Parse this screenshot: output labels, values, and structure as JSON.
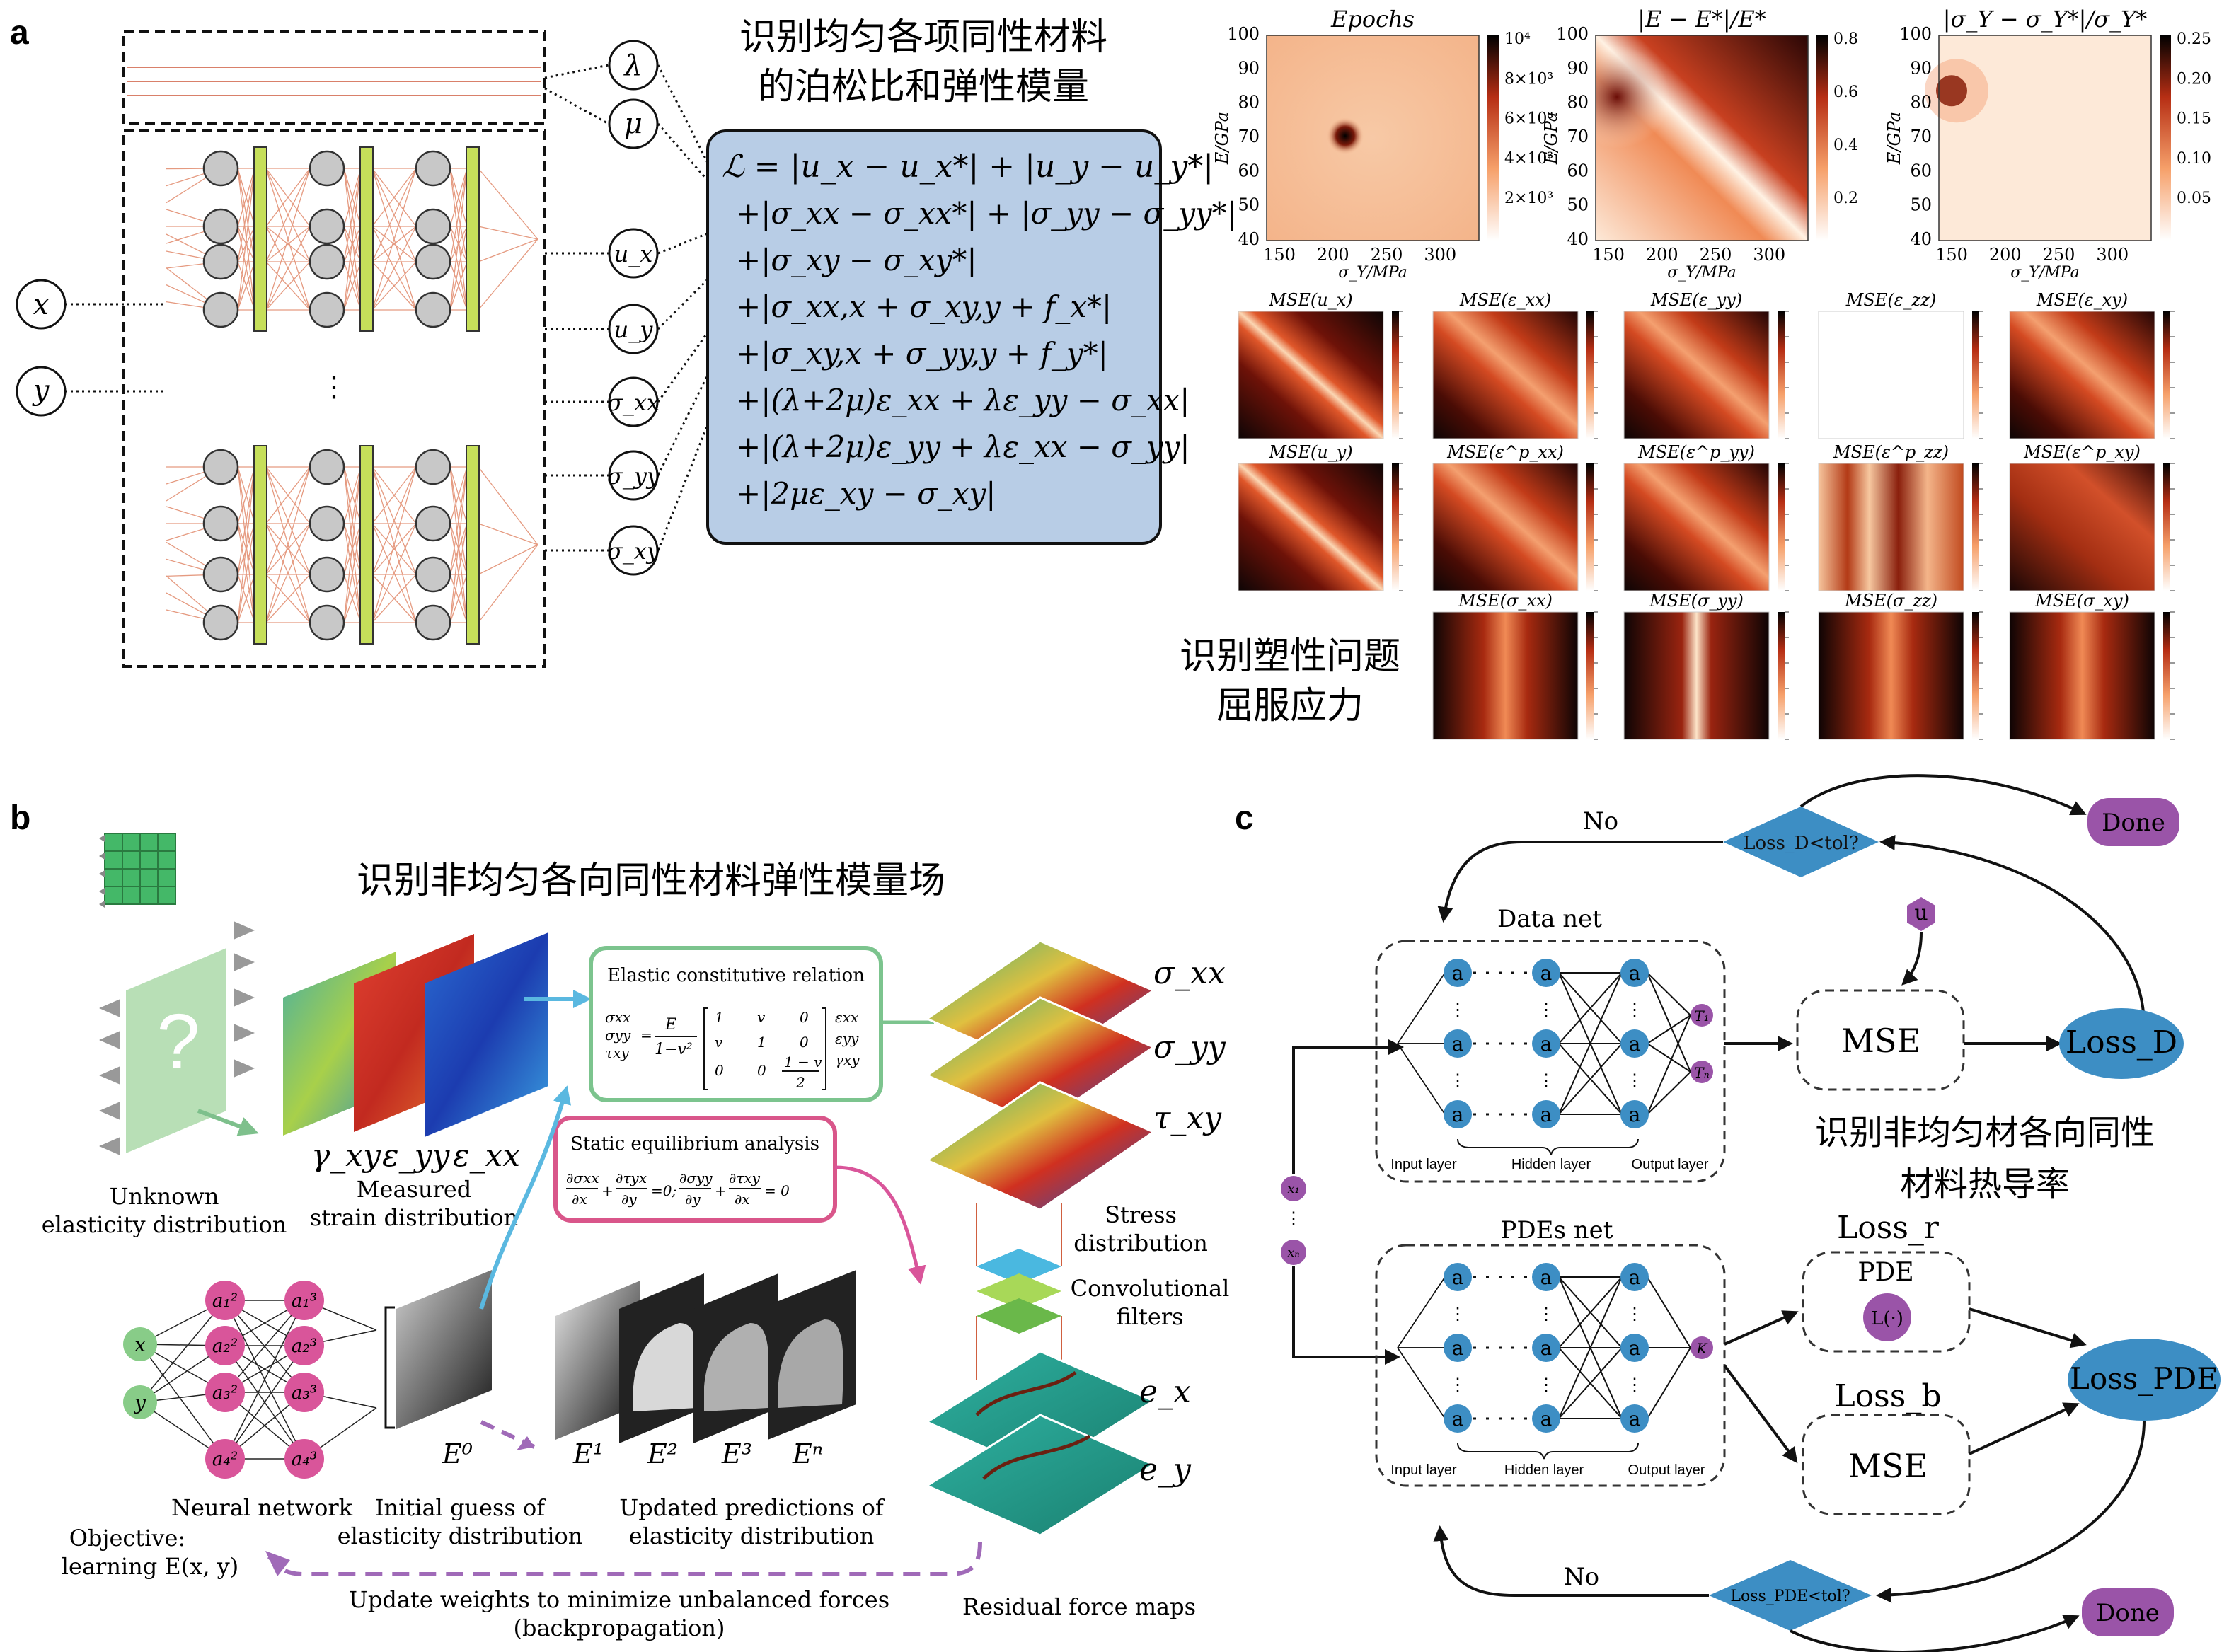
{
  "panel_labels": {
    "a": "a",
    "b": "b",
    "c": "c"
  },
  "panel_a": {
    "title_line1": "识别均匀各项同性材料",
    "title_line2": "的泊松比和弹性模量",
    "inputs": [
      "x",
      "y"
    ],
    "params": [
      "λ",
      "μ"
    ],
    "outputs": [
      "u_x",
      "u_y",
      "σ_xx",
      "σ_yy",
      "σ_xy"
    ],
    "dots": "⋮",
    "loss_lines": [
      "ℒ = |u_x − u_x*| + |u_y − u_y*|",
      "+|σ_xx − σ_xx*| + |σ_yy − σ_yy*|",
      "+|σ_xy − σ_xy*|",
      "+|σ_xx,x + σ_xy,y + f_x*|",
      "+|σ_xy,x + σ_yy,y + f_y*|",
      "+|(λ+2μ)ε_xx + λε_yy − σ_xx|",
      "+|(λ+2μ)ε_yy + λε_xx − σ_yy|",
      "+|2με_xy − σ_xy|"
    ],
    "plastic_label_line1": "识别塑性问题",
    "plastic_label_line2": "屈服应力",
    "heatmaps": [
      {
        "title": "Epochs",
        "ylabel": "E/GPa",
        "xlabel": "σ_Y/MPa",
        "yticks": [
          "100",
          "90",
          "80",
          "70",
          "60",
          "50",
          "40"
        ],
        "xticks": [
          "150",
          "200",
          "250",
          "300"
        ],
        "cbar": [
          "10⁴",
          "8×10³",
          "6×10³",
          "4×10³",
          "2×10³"
        ]
      },
      {
        "title": "|E − E*|/E*",
        "ylabel": "E/GPa",
        "xlabel": "σ_Y/MPa",
        "yticks": [
          "100",
          "90",
          "80",
          "70",
          "60",
          "50",
          "40"
        ],
        "xticks": [
          "150",
          "200",
          "250",
          "300"
        ],
        "cbar": [
          "0.8",
          "0.6",
          "0.4",
          "0.2"
        ]
      },
      {
        "title": "|σ_Y − σ_Y*|/σ_Y*",
        "ylabel": "E/GPa",
        "xlabel": "σ_Y/MPa",
        "yticks": [
          "100",
          "90",
          "80",
          "70",
          "60",
          "50",
          "40"
        ],
        "xticks": [
          "150",
          "200",
          "250",
          "300"
        ],
        "cbar": [
          "0.25",
          "0.20",
          "0.15",
          "0.10",
          "0.05"
        ]
      }
    ],
    "mse_titles": [
      [
        "MSE(u_x)",
        "MSE(ε_xx)",
        "MSE(ε_yy)",
        "MSE(ε_zz)",
        "MSE(ε_xy)"
      ],
      [
        "MSE(u_y)",
        "MSE(ε^p_xx)",
        "MSE(ε^p_yy)",
        "MSE(ε^p_zz)",
        "MSE(ε^p_xy)"
      ],
      [
        "",
        "MSE(σ_xx)",
        "MSE(σ_yy)",
        "MSE(σ_zz)",
        "MSE(σ_xy)"
      ]
    ]
  },
  "panel_b": {
    "title": "识别非均匀各向同性材料弹性模量场",
    "unknown_label_1": "Unknown",
    "unknown_label_2": "elasticity distribution",
    "question": "?",
    "strain_labels": [
      "γ_xy",
      "ε_yy",
      "ε_xx"
    ],
    "measured_1": "Measured",
    "measured_2": "strain distribution",
    "elastic_box_title": "Elastic constitutive relation",
    "elastic_formula": "{σ_xx σ_yy τ_xy} = E/(1−ν²) [1 ν 0; ν 1 0; 0 0 (1−ν)/2] {ε_xx ε_yy γ_xy}",
    "static_box_title": "Static equilibrium analysis",
    "static_formula": "∂σxx/∂x + ∂τyx/∂y = 0; ∂σyy/∂y + ∂τxy/∂x = 0",
    "nn_inputs": [
      "x",
      "y"
    ],
    "nn_layer2": [
      "a₁²",
      "a₂²",
      "a₃²",
      "a₄²"
    ],
    "nn_layer3": [
      "a₁³",
      "a₂³",
      "a₃³",
      "a₄³"
    ],
    "nn_label": "Neural network",
    "objective_1": "Objective:",
    "objective_2": "learning E(x, y)",
    "e0": "E⁰",
    "initial_1": "Initial guess of",
    "initial_2": "elasticity distribution",
    "e_series": [
      "E¹",
      "E²",
      "E³",
      "Eⁿ"
    ],
    "updated_1": "Updated predictions of",
    "updated_2": "elasticity distribution",
    "stress_labels": [
      "σ_xx",
      "σ_yy",
      "τ_xy"
    ],
    "stress_dist_1": "Stress",
    "stress_dist_2": "distribution",
    "conv_1": "Convolutional",
    "conv_2": "filters",
    "residual_labels": [
      "e_x",
      "e_y"
    ],
    "residual_maps": "Residual force maps",
    "update_1": "Update weights to minimize unbalanced forces",
    "update_2": "(backpropagation)"
  },
  "panel_c": {
    "no_top": "No",
    "no_bottom": "No",
    "done_top": "Done",
    "done_bottom": "Done",
    "decision_top": "Loss_D<tol?",
    "decision_bottom": "Loss_PDE<tol?",
    "data_net": "Data net",
    "pdes_net": "PDEs net",
    "node": "a",
    "outputs_data": [
      "T₁",
      "Tₙ"
    ],
    "output_pde": "K",
    "inputs": [
      "x₁",
      "xₙ"
    ],
    "input_layer": "Input layer",
    "hidden_layer": "Hidden layer",
    "output_layer": "Output layer",
    "u_node": "u",
    "mse_top": "MSE",
    "loss_d": "Loss_D",
    "thermal_1": "识别非均匀材各向同性",
    "thermal_2": "材料热导率",
    "loss_r": "Loss_r",
    "pde": "PDE",
    "l_op": "L(·)",
    "loss_b": "Loss_b",
    "mse_bottom": "MSE",
    "loss_pde": "Loss_PDE"
  },
  "colors": {
    "loss_box": "#b8cde6",
    "green_bar": "#c6df5a",
    "elastic_box": "#7cc48e",
    "static_box": "#d9568a",
    "blue_node": "#3d8ec4",
    "purple": "#8e4a9e",
    "pink_node": "#d9559a",
    "nn_green": "#88cc88",
    "red_edge": "#e59a80"
  }
}
